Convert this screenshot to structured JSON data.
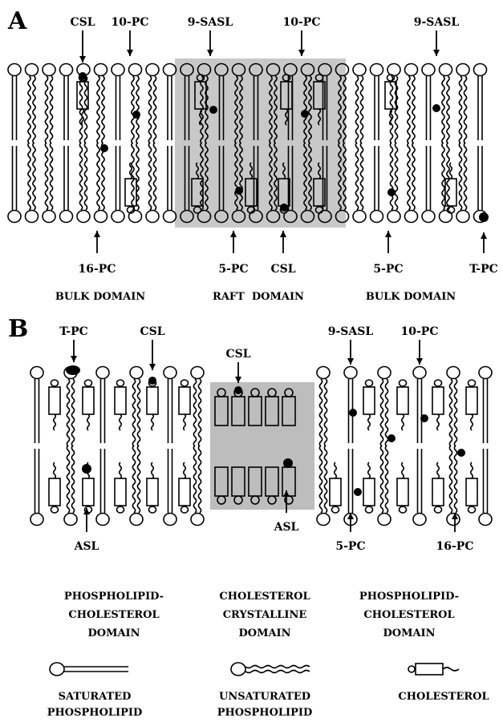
{
  "panelA": {
    "letter": "A",
    "top_labels": [
      "CSL",
      "10-PC",
      "9-SASL",
      "10-PC",
      "9-SASL"
    ],
    "bottom_labels": [
      "16-PC",
      "5-PC",
      "CSL",
      "5-PC",
      "T-PC"
    ],
    "domains": [
      "BULK DOMAIN",
      "RAFT  DOMAIN",
      "BULK DOMAIN"
    ]
  },
  "panelB": {
    "letter": "B",
    "top_labels": [
      "T-PC",
      "CSL",
      "CSL",
      "9-SASL",
      "10-PC"
    ],
    "bottom_labels": [
      "ASL",
      "ASL",
      "5-PC",
      "16-PC"
    ],
    "domains": [
      [
        "PHOSPHOLIPID-",
        "CHOLESTEROL",
        "DOMAIN"
      ],
      [
        "CHOLESTEROL",
        "CRYSTALLINE",
        "DOMAIN"
      ],
      [
        "PHOSPHOLIPID-",
        "CHOLESTEROL",
        "DOMAIN"
      ]
    ]
  },
  "legend": {
    "saturated": [
      "SATURATED",
      "PHOSPHOLIPID"
    ],
    "unsaturated": [
      "UNSATURATED",
      "PHOSPHOLIPID"
    ],
    "cholesterol": [
      "CHOLESTEROL"
    ]
  },
  "colors": {
    "raft": "#c8c8c8",
    "crystalline": "#bdbdbd",
    "ink": "#000000"
  }
}
